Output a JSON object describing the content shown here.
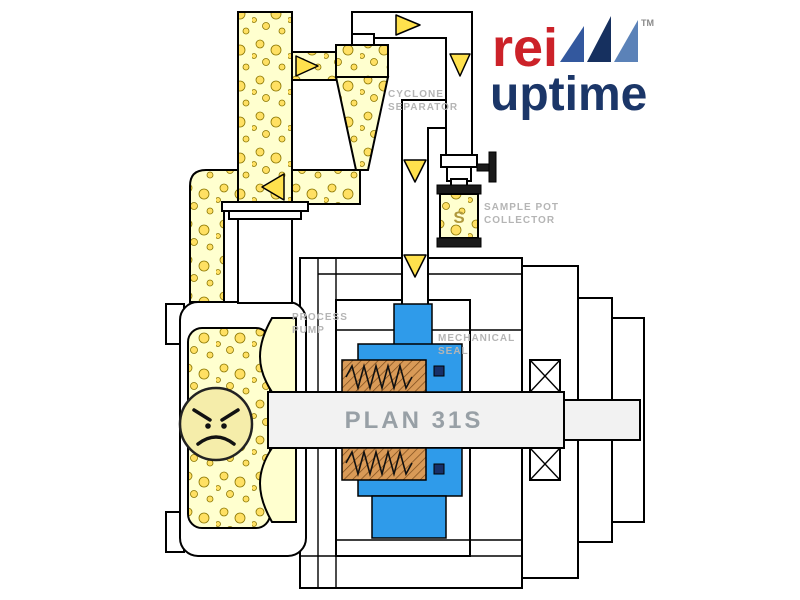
{
  "logo": {
    "brand_red_text": "rei",
    "brand_navy_text": "uptime",
    "trademark": "TM"
  },
  "labels": {
    "cyclone_separator": [
      "CYCLONE",
      "SEPARATOR"
    ],
    "sample_pot_collector": [
      "SAMPLE POT",
      "COLLECTOR"
    ],
    "process_pump": [
      "PROCESS",
      "PUMP"
    ],
    "mechanical_seal": [
      "MECHANICAL",
      "SEAL"
    ],
    "plan": "PLAN 31S",
    "sample_pot_letter": "S"
  },
  "colors": {
    "fluid": "#ffffcf",
    "bubble": "#ffe063",
    "bubble_stroke": "#8a7500",
    "arrow": "#ffe14d",
    "seal_blue": "#2f9bea",
    "seal_orange": "#d99a57",
    "oring_navy": "#173069",
    "label_gray": "#b5b5b5",
    "plan_gray": "#98a0a6",
    "logo_red": "#cc2229",
    "logo_navy": "#1b3668",
    "line": "#000000",
    "shaft": "#f2f2f2",
    "pot_letter_gold": "#b09a3e"
  }
}
